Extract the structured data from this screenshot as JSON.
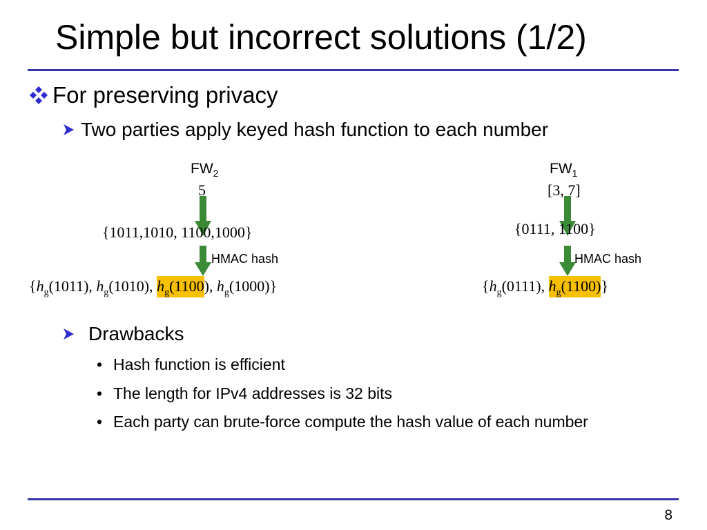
{
  "title": "Simple but incorrect solutions (1/2)",
  "bullet1": "For preserving privacy",
  "bullet2": "Two parties apply keyed hash function to each number",
  "left": {
    "fw_label": "FW",
    "fw_sub": "2",
    "value": "5",
    "set": "{1011,1010, 1100,1000}",
    "hmac_label": "HMAC hash",
    "hash_open": "{",
    "hash_func": "h",
    "hash_sub": "g",
    "items": [
      "(1011), ",
      "(1010), ",
      "(1100",
      "), ",
      "(1000)}"
    ]
  },
  "right": {
    "fw_label": "FW",
    "fw_sub": "1",
    "value": "[3, 7]",
    "set": "{0111, 1100}",
    "hmac_label": "HMAC hash",
    "hash_open": "{",
    "hash_func": "h",
    "hash_sub": "g",
    "items": [
      "(0111), ",
      "(1100)",
      "}"
    ]
  },
  "drawbacks": {
    "heading": "Drawbacks",
    "items": [
      "Hash function is efficient",
      "The length for IPv4 addresses is 32 bits",
      "Each party can brute-force compute the hash value of each number"
    ]
  },
  "bullet_dot": "•",
  "page_number": "8",
  "colors": {
    "rule": "#3333aa",
    "bullet_icon": "#2b2bd0",
    "arrow_green": "#3a8a36",
    "highlight": "#f7c000"
  }
}
